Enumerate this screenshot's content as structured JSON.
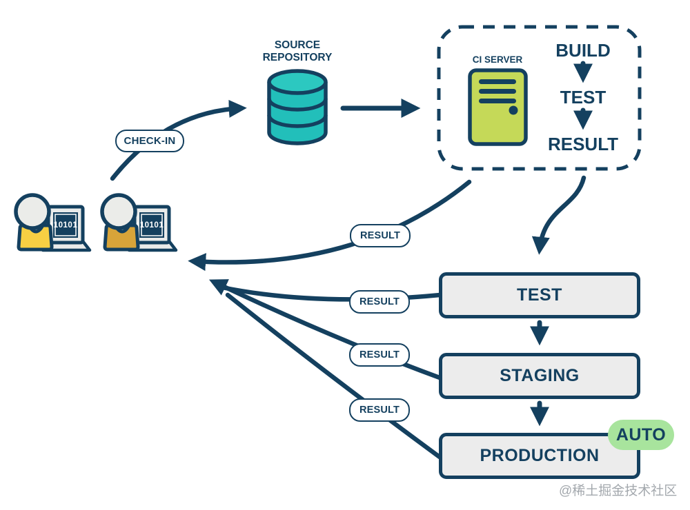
{
  "colors": {
    "navy": "#14405f",
    "teal": "#22bfba",
    "server_green": "#c5d958",
    "dev1_yellow": "#f7cf43",
    "dev2_gold": "#d8a439",
    "stage_box_fill": "#ececec",
    "auto_badge_green": "#a8e49d",
    "head_gray": "#ebece9",
    "watermark_gray": "#8c9298"
  },
  "developers": {
    "dev1_screen": "10101",
    "dev2_screen": "10101"
  },
  "check_in": {
    "label": "CHECK-IN"
  },
  "source_repository": {
    "line1": "SOURCE",
    "line2": "REPOSITORY"
  },
  "ci_box": {
    "server_label": "CI SERVER",
    "steps": {
      "build": "BUILD",
      "test": "TEST",
      "result": "RESULT"
    }
  },
  "result_pills": [
    "RESULT",
    "RESULT",
    "RESULT",
    "RESULT"
  ],
  "stages": [
    {
      "label": "TEST"
    },
    {
      "label": "STAGING"
    },
    {
      "label": "PRODUCTION"
    }
  ],
  "auto_badge": {
    "label": "AUTO"
  },
  "watermark": {
    "text": "@稀土掘金技术社区"
  }
}
